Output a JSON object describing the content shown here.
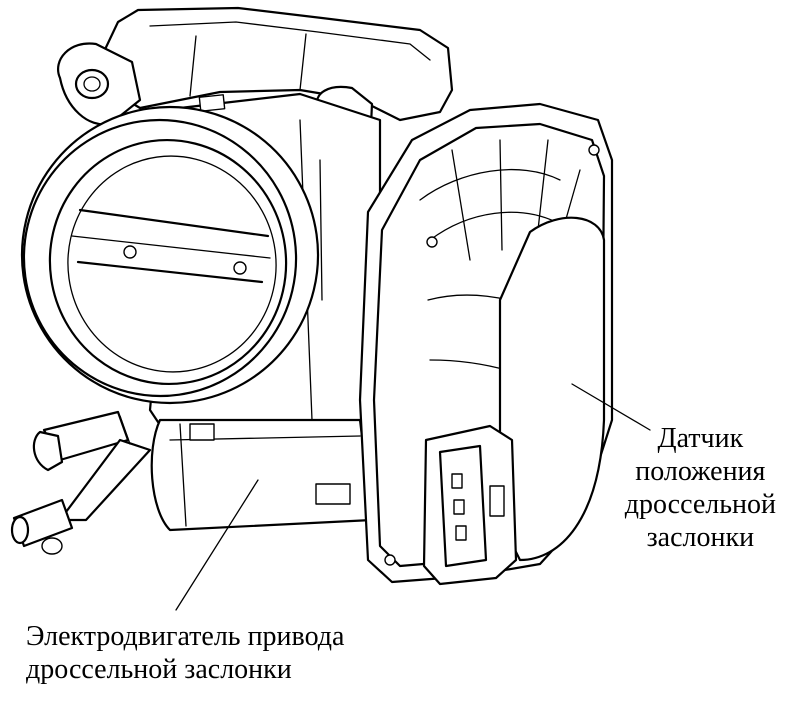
{
  "labels": {
    "sensor": {
      "line1": "Датчик",
      "line2": "положения",
      "line3": "дроссельной",
      "line4": "заслонки"
    },
    "motor": {
      "line1": "Электродвигатель привода",
      "line2": "дроссельной заслонки"
    }
  },
  "colors": {
    "ink": "#000000",
    "paper": "#ffffff"
  }
}
